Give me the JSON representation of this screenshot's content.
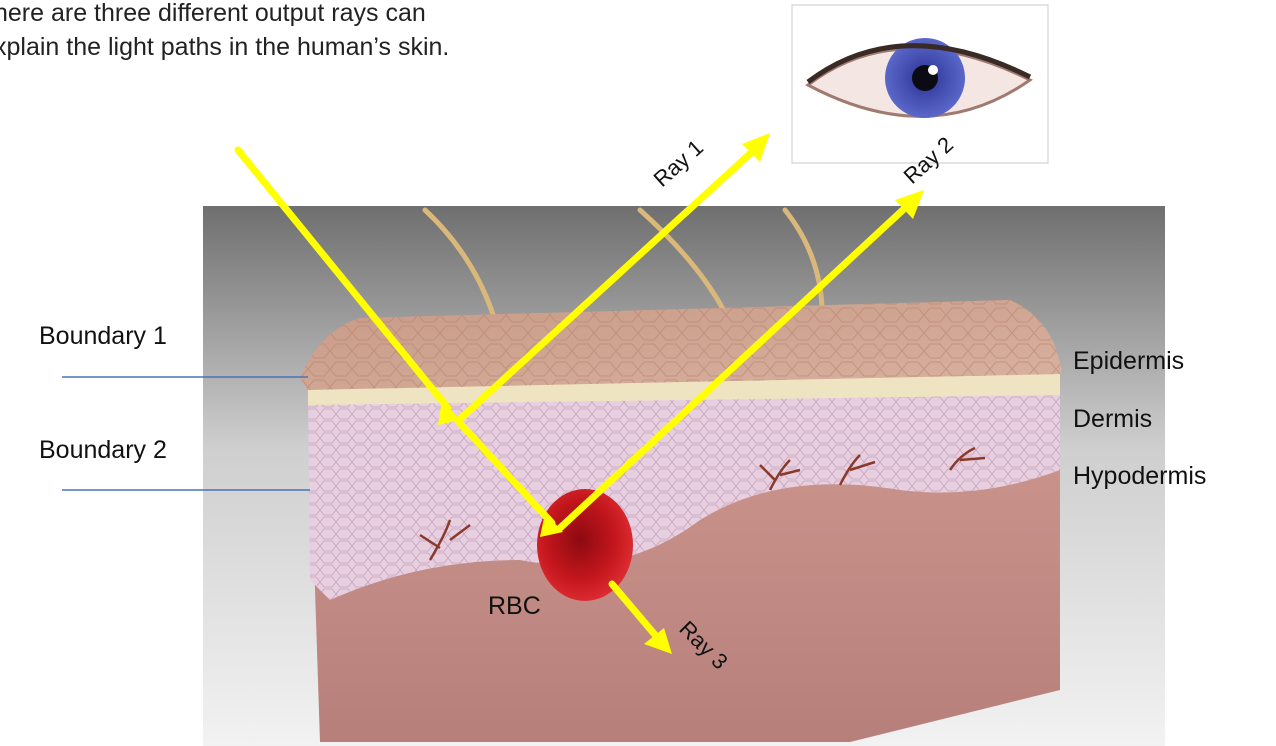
{
  "caption": {
    "line1": "here are three different output rays can",
    "line2": "xplain the light paths in the human’s skin."
  },
  "boundaries": {
    "b1": "Boundary 1",
    "b2": "Boundary 2"
  },
  "layers": {
    "epidermis": "Epidermis",
    "dermis": "Dermis",
    "hypodermis": "Hypodermis"
  },
  "rbc": "RBC",
  "rays": {
    "r1": "Ray 1",
    "r2": "Ray 2",
    "r3": "Ray 3"
  },
  "colors": {
    "ray": "#ffff00",
    "boundary_line": "#4a72b8",
    "rbc": "#c0141a"
  }
}
